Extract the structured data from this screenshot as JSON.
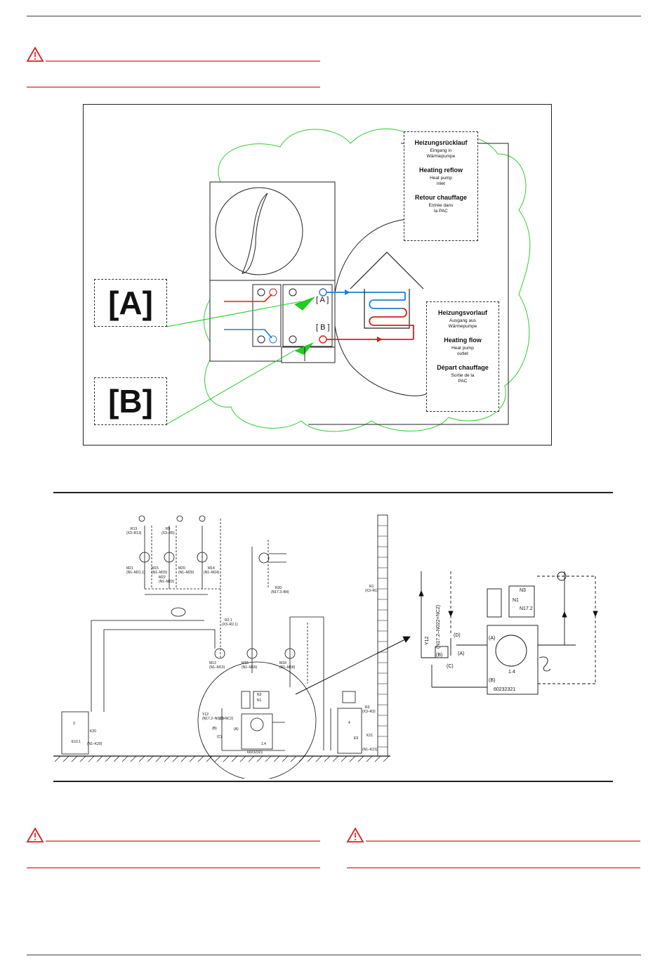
{
  "figure1": {
    "box_a_label": "[A]",
    "box_b_label": "[B]",
    "port_a_label": "[ A ]",
    "port_b_label": "[ B ]",
    "return_legend": [
      {
        "heading": "Heizungsrücklauf",
        "sub": [
          "Eingang in",
          "Wärmepumpe"
        ]
      },
      {
        "heading": "Heating reflow",
        "sub": [
          "Heat pump",
          "inlet"
        ]
      },
      {
        "heading": "Retour chauffage",
        "sub": [
          "Entrée dans",
          "la PAC"
        ]
      }
    ],
    "flow_legend": [
      {
        "heading": "Heizungsvorlauf",
        "sub": [
          "Ausgang aus",
          "Wärmepumpe"
        ]
      },
      {
        "heading": "Heating flow",
        "sub": [
          "Heat pump",
          "outlet"
        ]
      },
      {
        "heading": "Départ chauffage",
        "sub": [
          "Sortie de la",
          "PAC"
        ]
      }
    ],
    "colors": {
      "return_line": "#1e7fd6",
      "flow_line": "#e01b1b",
      "callout": "#22cc22"
    }
  },
  "figure2": {
    "labels": {
      "r13": "R13",
      "r13_ref": "(X3–R13)",
      "r5": "R5",
      "r5_ref": "(X3–R5)",
      "m21": "M21",
      "m21_ref": "(N1–M21.1)",
      "m15": "M15",
      "m15_ref": "(N1–M15)",
      "m22": "M22",
      "m22_ref": "(N1–M22)",
      "m20": "M20",
      "m20_ref": "(N1–M20)",
      "m14": "M14",
      "m14_ref": "(N1–M14)",
      "r20": "R20",
      "r20_ref": "(N17.3–B4)",
      "r1": "R1",
      "r1_ref": "(X3–R1)",
      "r21": "R2.1",
      "r21_ref": "(X3–R2.1)",
      "m13": "M13",
      "m13_ref": "(N1–M13)",
      "m16": "M16",
      "m16_ref": "(N1–M16)",
      "m18": "M18",
      "m18_ref": "(N1–M18)",
      "y12": "Y12",
      "y12_ref": "(N17.2–N022+NC2)",
      "port_d": "(D)",
      "port_a": "(A)",
      "port_b": "(B)",
      "port_c": "(C)",
      "unit_code": "60232321",
      "unit_num": "1.4",
      "r3": "R3",
      "r3_ref": "(X3–R3)",
      "k21": "K21",
      "k21_ref": "(N1–K21)",
      "e9": "E9",
      "k20": "K20",
      "k20_ref": "(N1–K20)",
      "e10": "E10.1",
      "circle3": "3",
      "circle4": "4",
      "n1": "N1",
      "n3": "N3"
    },
    "detail_labels": {
      "y12": "Y12",
      "y12_ref": "(N17.2–N022+NC2)",
      "port_d": "(D)",
      "port_a_left": "(A)",
      "port_a_right": "(A)",
      "port_b_left": "(B)",
      "port_b_right": "(B)",
      "port_c": "(C)",
      "unit_code": "60232321",
      "unit_num": "1.4",
      "n1": "N1",
      "n3": "N3",
      "n17": "N17.2"
    }
  }
}
